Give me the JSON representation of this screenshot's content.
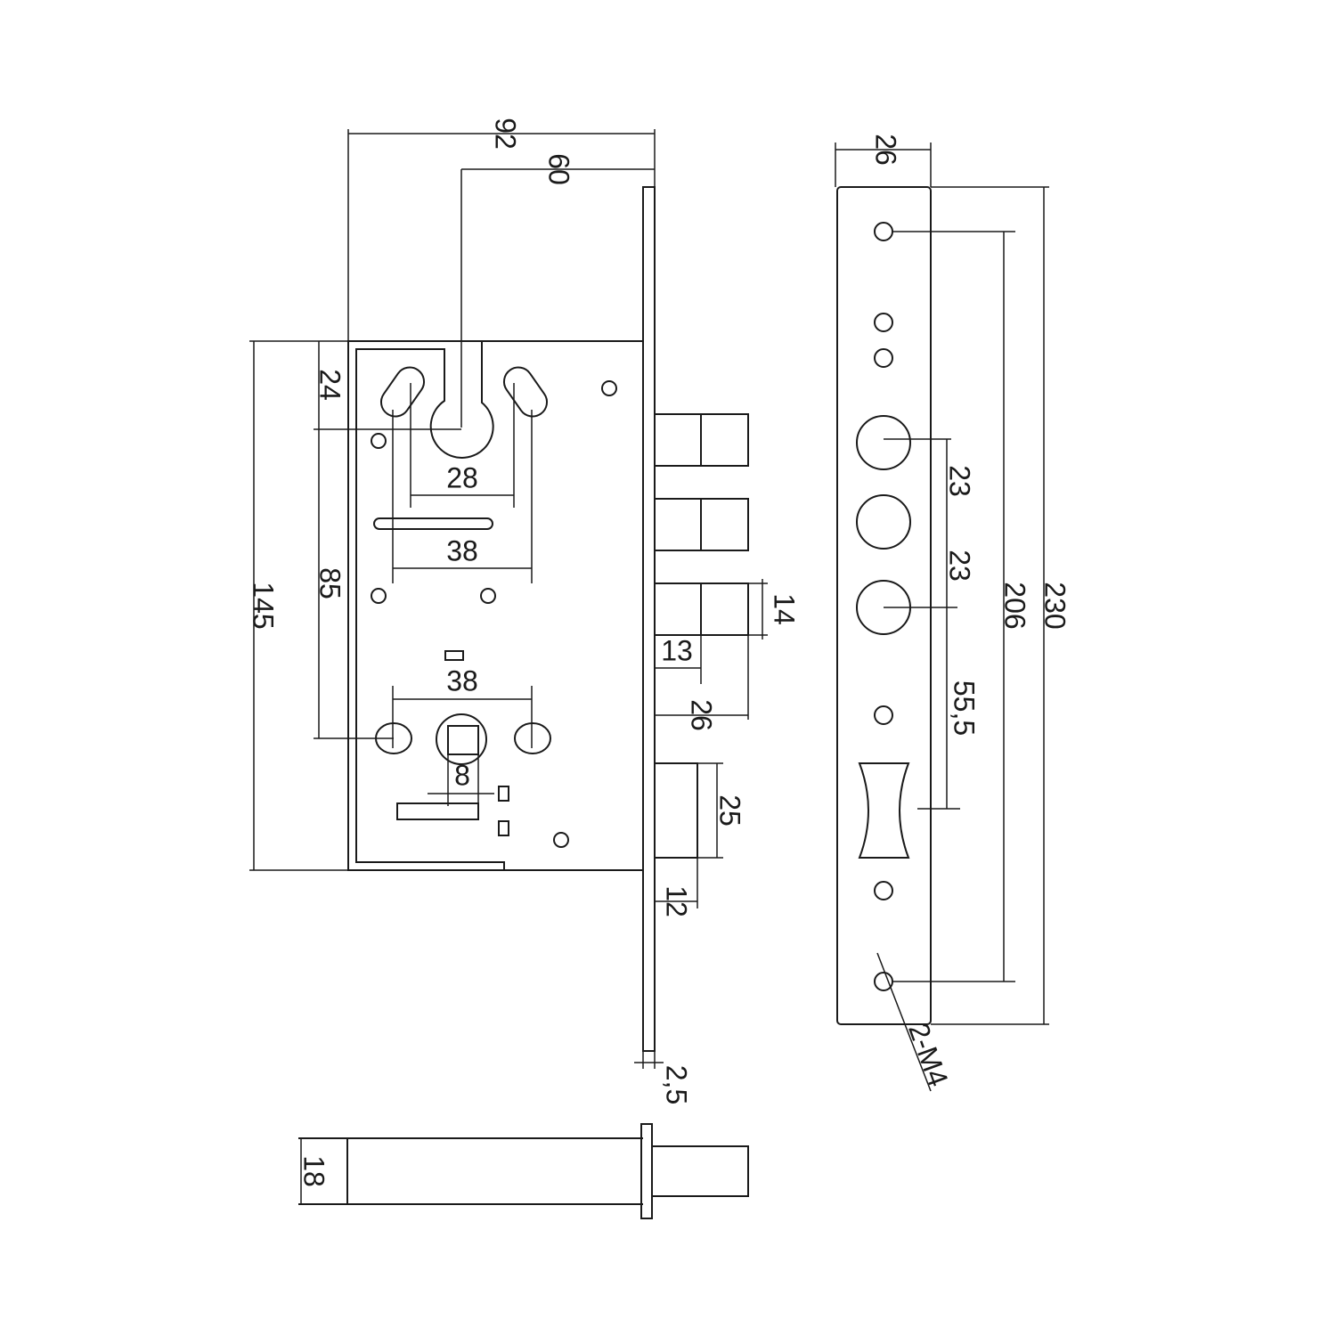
{
  "drawing": {
    "top": {
      "overall_width": "92",
      "backset": "60"
    },
    "left": {
      "body_height": "145",
      "to_cylinder": "24",
      "cylinder_to_follower": "85"
    },
    "cylinder": {
      "screw_spacing_inner": "28",
      "screw_spacing_outer": "38"
    },
    "follower": {
      "screw_spacing": "38",
      "spindle_square": "8"
    },
    "bolts": {
      "bolt_height": "14",
      "bolt_throw": "13",
      "bolt_length": "26",
      "latch_height": "25",
      "latch_throw": "12",
      "faceplate_thickness": "2,5"
    },
    "spindle": {
      "diameter": "18"
    },
    "faceplate": {
      "width": "26",
      "length": "230",
      "screw_spacing": "206",
      "bolt_pitch_1": "23",
      "bolt_pitch_2": "23",
      "latch_offset": "55,5",
      "screw_spec": "2-M4"
    }
  }
}
